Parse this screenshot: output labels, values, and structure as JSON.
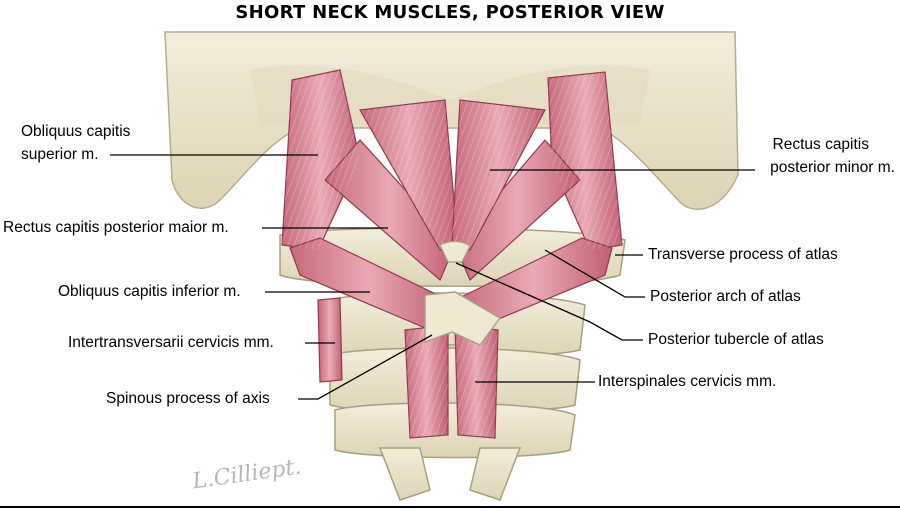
{
  "title": "SHORT NECK MUSCLES, POSTERIOR VIEW",
  "labels": {
    "obliquus_superior_line1": "Obliquus capitis",
    "obliquus_superior_line2": "superior m.",
    "rectus_major": "Rectus capitis posterior maior m.",
    "obliquus_inferior": "Obliquus capitis inferior m.",
    "intertransversarii": "Intertransversarii cervicis mm.",
    "spinous_axis": "Spinous process of axis",
    "rectus_minor_line1": "Rectus capitis",
    "rectus_minor_line2": "posterior minor m.",
    "transverse_atlas": "Transverse process of atlas",
    "posterior_arch": "Posterior arch of atlas",
    "posterior_tubercle": "Posterior tubercle of atlas",
    "interspinales": "Interspinales cervicis mm."
  },
  "signature": "L.Cilliept.",
  "colors": {
    "bone": "#ece6cf",
    "bone_shadow": "#c9c0a0",
    "muscle": "#d98a98",
    "muscle_dark": "#b8566a",
    "muscle_light": "#f1c4cb"
  }
}
